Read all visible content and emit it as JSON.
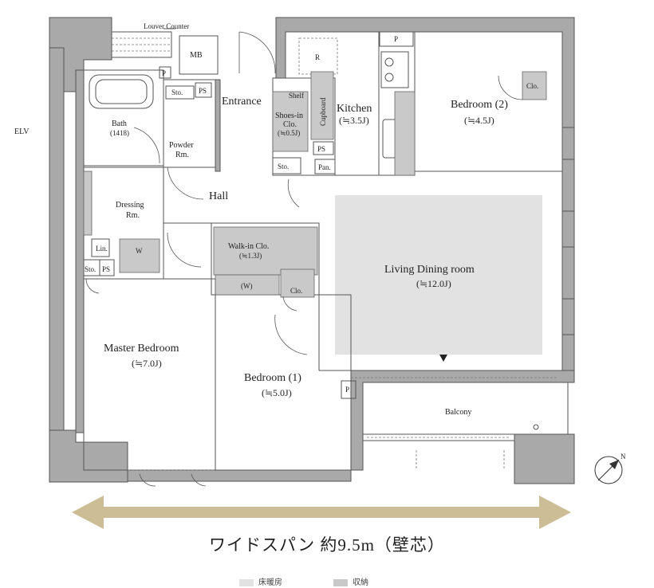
{
  "rooms": {
    "louver_counter": "Louver Counter",
    "mb": "MB",
    "elv": "ELV",
    "bath": "Bath",
    "bath_size": "(1418)",
    "powder": "Powder",
    "powder_rm": "Rm.",
    "entrance": "Entrance",
    "shelf": "Shelf",
    "shoes_in": "Shoes-in",
    "shoes_clo": "Clo.",
    "shoes_area": "(≒0.5J)",
    "cupboard": "Cupboard",
    "kitchen": "Kitchen",
    "kitchen_area": "(≒3.5J)",
    "bedroom2": "Bedroom (2)",
    "bedroom2_area": "(≒4.5J)",
    "dressing": "Dressing",
    "dressing_rm": "Rm.",
    "hall": "Hall",
    "walkin": "Walk-in Clo.",
    "walkin_area": "(≒1.3J)",
    "walkin_w": "(W)",
    "living": "Living Dining room",
    "living_area": "(≒12.0J)",
    "master": "Master Bedroom",
    "master_area": "(≒7.0J)",
    "bedroom1": "Bedroom (1)",
    "bedroom1_area": "(≒5.0J)",
    "balcony": "Balcony",
    "p": "P",
    "ps": "PS",
    "sto": "Sto.",
    "pan": "Pan.",
    "clo": "Clo.",
    "lin": "Lin.",
    "w": "W",
    "r": "R"
  },
  "compass": {
    "north": "N"
  },
  "span": {
    "text": "ワイドスパン 約9.5m（壁芯）"
  },
  "legend": {
    "heated_floor": "床暖房",
    "storage": "収納"
  },
  "colors": {
    "arrow": "#cdbd97",
    "heated_floor": "#e2e2e2",
    "storage": "#c9c9c9",
    "wall": "#a9a9a9"
  }
}
